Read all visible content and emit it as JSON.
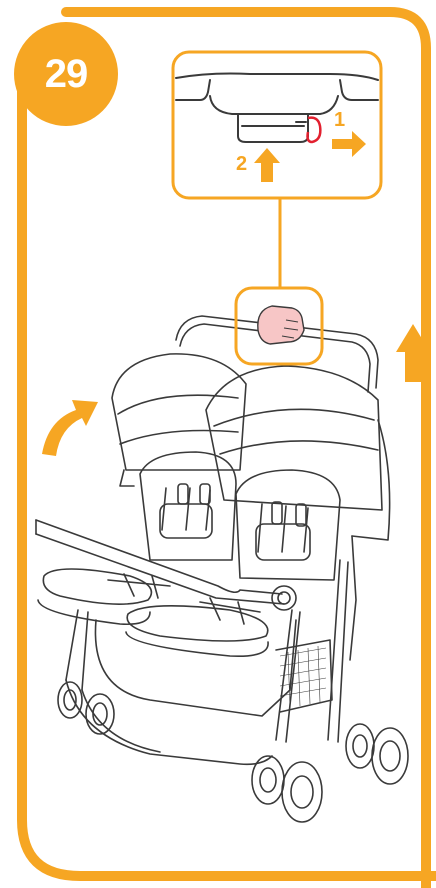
{
  "step": {
    "number": "29"
  },
  "callout": {
    "label_1": "1",
    "label_2": "2"
  },
  "colors": {
    "accent": "#f6a623",
    "line": "#3a3a3a",
    "highlight_red": "#e2202f",
    "hand": "#f7c6c6"
  },
  "icons": {
    "arrow_right": "arrow-right-icon",
    "arrow_up": "arrow-up-icon",
    "curved_arrow": "curved-arrow-icon"
  }
}
